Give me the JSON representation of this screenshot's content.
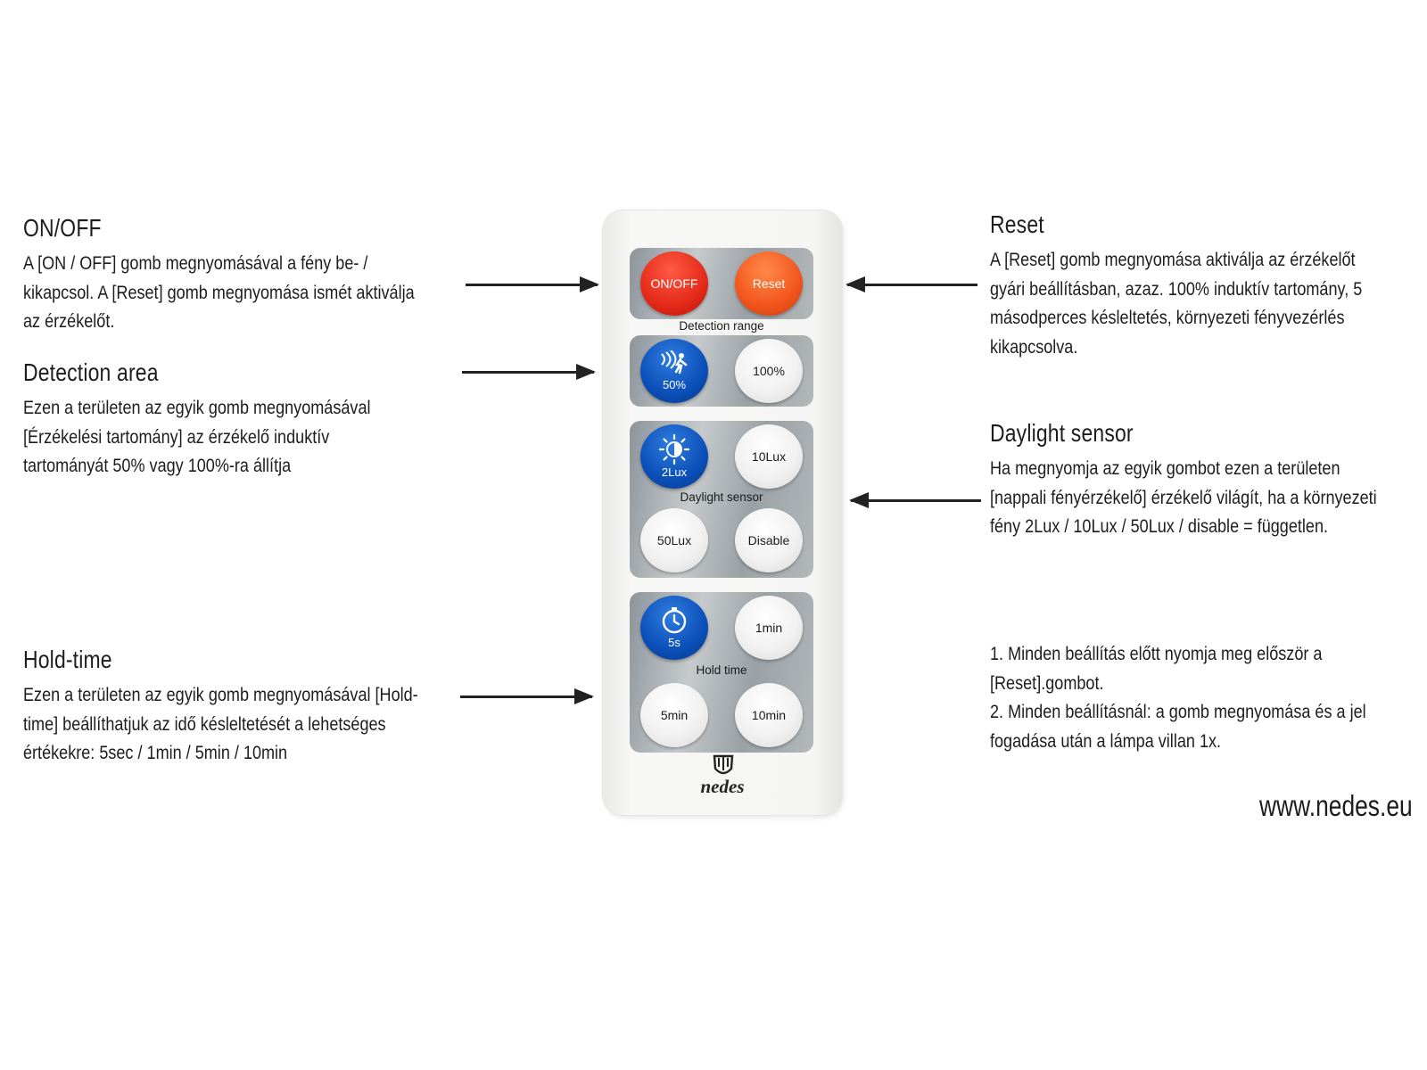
{
  "notes": {
    "onoff": {
      "title": "ON/OFF",
      "lines": [
        "A [ON / OFF] gomb megnyomásával a fény be- /",
        "kikapcsol. A [Reset] gomb megnyomása ismét aktiválja",
        "az érzékelőt."
      ]
    },
    "detection": {
      "title": "Detection area",
      "lines": [
        "Ezen a területen az egyik gomb megnyomásával",
        "[Érzékelési tartomány] az érzékelő induktív",
        "tartományát 50% vagy 100%-ra  állítja"
      ]
    },
    "holdtime": {
      "title": "Hold-time",
      "lines": [
        "Ezen a területen az egyik gomb megnyomásával [Hold-",
        "time] beállíthatjuk az idő késleltetését a lehetséges",
        "értékekre: 5sec / 1min / 5min / 10min"
      ]
    },
    "reset": {
      "title": "Reset",
      "lines": [
        "A [Reset] gomb megnyomása aktiválja az érzékelőt",
        "gyári beállításban, azaz. 100% induktív tartomány, 5",
        "másodperces késleltetés, környezeti fényvezérlés",
        "kikapcsolva."
      ]
    },
    "daylight": {
      "title": "Daylight sensor",
      "lines": [
        "Ha megnyomja az egyik gombot ezen a területen",
        "[nappali fényérzékelő] érzékelő világít, ha a környezeti",
        "fény 2Lux / 10Lux / 50Lux / disable = független."
      ]
    },
    "instructions": {
      "lines": [
        "1. Minden beállítás előtt nyomja meg először a",
        "[Reset].gombot.",
        "2. Minden beállításnál: a gomb megnyomása és a jel",
        "fogadása után a lámpa villan 1x."
      ]
    }
  },
  "remote": {
    "buttons": {
      "onoff": "ON/OFF",
      "reset": "Reset",
      "range50": "50%",
      "range100": "100%",
      "lux2": "2Lux",
      "lux10": "10Lux",
      "lux50": "50Lux",
      "disable": "Disable",
      "hold5s": "5s",
      "hold1min": "1min",
      "hold5min": "5min",
      "hold10min": "10min"
    },
    "labels": {
      "detection_range": "Detection range",
      "daylight_sensor": "Daylight sensor",
      "hold_time": "Hold time"
    },
    "brand": "nedes"
  },
  "website": "www.nedes.eu",
  "colors": {
    "onoff_button": "#e42a18",
    "reset_button": "#f2551c",
    "blue_button": "#0b4fb8",
    "panel": "#a8aeb1",
    "arrow": "#222222"
  }
}
